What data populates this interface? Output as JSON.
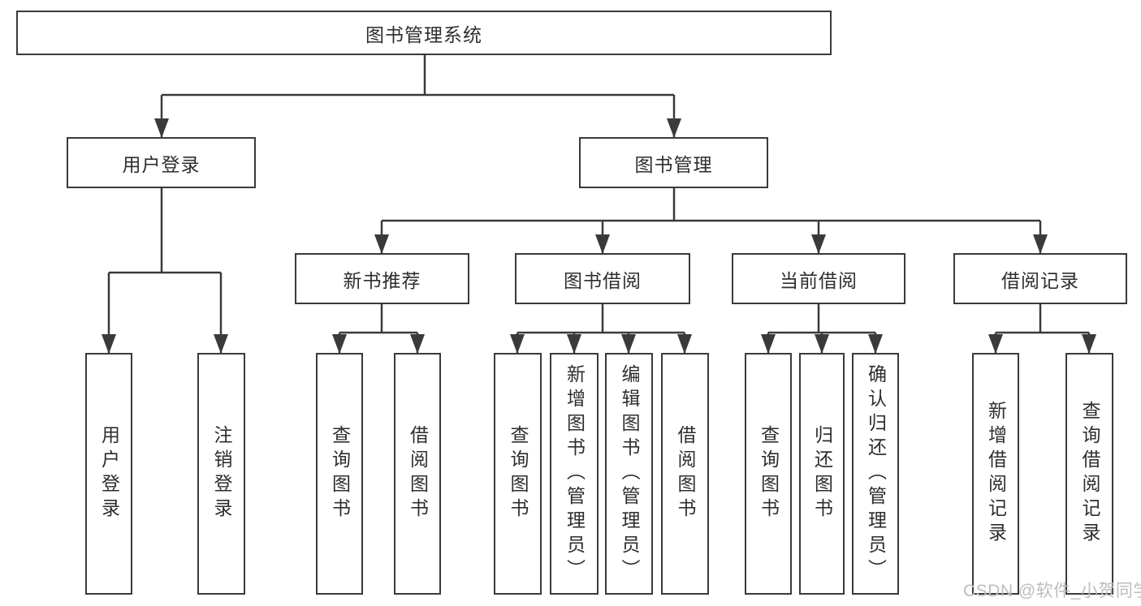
{
  "diagram": {
    "type": "tree",
    "root": {
      "label": "图书管理系统",
      "children": [
        {
          "label": "用户登录",
          "children": [
            {
              "label": "用户登录"
            },
            {
              "label": "注销登录"
            }
          ]
        },
        {
          "label": "图书管理",
          "children": [
            {
              "label": "新书推荐",
              "children": [
                {
                  "label": "查询图书"
                },
                {
                  "label": "借阅图书"
                }
              ]
            },
            {
              "label": "图书借阅",
              "children": [
                {
                  "label": "查询图书"
                },
                {
                  "label": "新增图书（管理员）"
                },
                {
                  "label": "编辑图书（管理员）"
                },
                {
                  "label": "借阅图书"
                }
              ]
            },
            {
              "label": "当前借阅",
              "children": [
                {
                  "label": "查询图书"
                },
                {
                  "label": "归还图书"
                },
                {
                  "label": "确认归还（管理员）"
                }
              ]
            },
            {
              "label": "借阅记录",
              "children": [
                {
                  "label": "新增借阅记录"
                },
                {
                  "label": "查询借阅记录"
                }
              ]
            }
          ]
        }
      ]
    },
    "colors": {
      "line": "#3a3a3a",
      "text": "#2e2e2e",
      "box_fill": "#ffffff"
    }
  },
  "watermark": {
    "text": "CSDN @软件_小贺同学",
    "color": "#bdbdbd"
  }
}
